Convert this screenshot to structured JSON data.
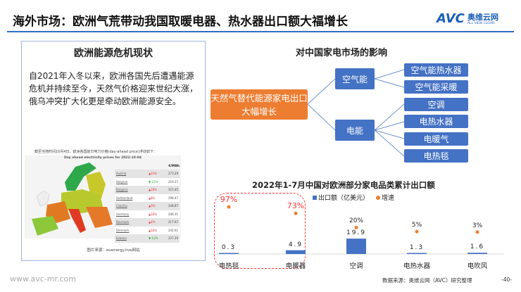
{
  "header": {
    "title": "海外市场：欧洲气荒带动我国取暖电器、热水器出口额大福增长",
    "logo_text": "AVC",
    "logo_cn": "奥维云网",
    "logo_en": "ALL VIEW CLOUD"
  },
  "left_panel": {
    "title": "欧洲能源危机现状",
    "text": "自2021年入冬以来，欧洲各国先后遭遇能源危机并持续至今，天然气价格迎来世纪大涨，俄乌冲突扩大化更是牵动欧洲能源安全。",
    "map_caption": "截至当地时间10月4日，欧洲各国前日电力价格(day-ahead price)浮动如下：",
    "map_title": "Day ahead electricity prices for 2022-10-04",
    "map_unit": "€/MWh",
    "map_rows": [
      {
        "country": "Austria",
        "change": "▲23%",
        "price": "273.29",
        "up": true
      },
      {
        "country": "Belgium",
        "change": "▼-21%",
        "price": "219.37",
        "up": false
      },
      {
        "country": "Bulgaria",
        "change": "▲28%",
        "price": "315.45",
        "up": true
      },
      {
        "country": "Switzerland",
        "change": "▲8%",
        "price": "298.47",
        "up": true
      },
      {
        "country": "Czechia",
        "change": "▲9%",
        "price": "248.87",
        "up": true
      },
      {
        "country": "Germany",
        "change": "▲16%",
        "price": "246.31",
        "up": true
      },
      {
        "country": "Denmark",
        "change": "▲4%",
        "price": "217.67",
        "up": true
      },
      {
        "country": "Denmark",
        "change": "▲16%",
        "price": "242.02",
        "up": true
      },
      {
        "country": "Estonia",
        "change": "▼-12%",
        "price": "237.29",
        "up": false
      }
    ],
    "map_source": "图片来源：euenergy.live网站"
  },
  "diagram": {
    "title": "对中国家电市场的影响",
    "root": "天然气替代能源家电出口大幅增长",
    "branches": [
      {
        "label": "空气能",
        "children": [
          "空气能热水器",
          "空气能采暖"
        ]
      },
      {
        "label": "电能",
        "children": [
          "空调",
          "电热水器",
          "电暖气",
          "电热毯"
        ]
      }
    ],
    "colors": {
      "root": "#ed7d31",
      "node": "#4472c4"
    }
  },
  "chart_data": {
    "type": "bar",
    "title": "2022年1-7月中国对欧洲部分家电品类累计出口额",
    "categories": [
      "电热毯",
      "电暖器",
      "空调",
      "电热水器",
      "电吹风"
    ],
    "series": [
      {
        "name": "出口额（亿美元）",
        "type": "bar",
        "values": [
          0.3,
          4.9,
          19.9,
          1.3,
          1.6
        ],
        "labels": [
          "0.3",
          "4.9",
          "19.9",
          "1.3",
          "1.6"
        ],
        "color": "#4472c4"
      },
      {
        "name": "增速",
        "type": "scatter",
        "values": [
          97,
          73,
          20,
          5,
          3
        ],
        "labels": [
          "97%",
          "73%",
          "20%",
          "5%",
          "3%"
        ],
        "color": "#ed7d31"
      }
    ],
    "highlight": [
      "电热毯",
      "电暖器"
    ],
    "highlight_color": "#ff3333",
    "legend": "top"
  },
  "footer": {
    "url": "www.avc-mr.com",
    "source": "数据来源：奥维云网（AVC）研究整理",
    "page": "-40-"
  }
}
